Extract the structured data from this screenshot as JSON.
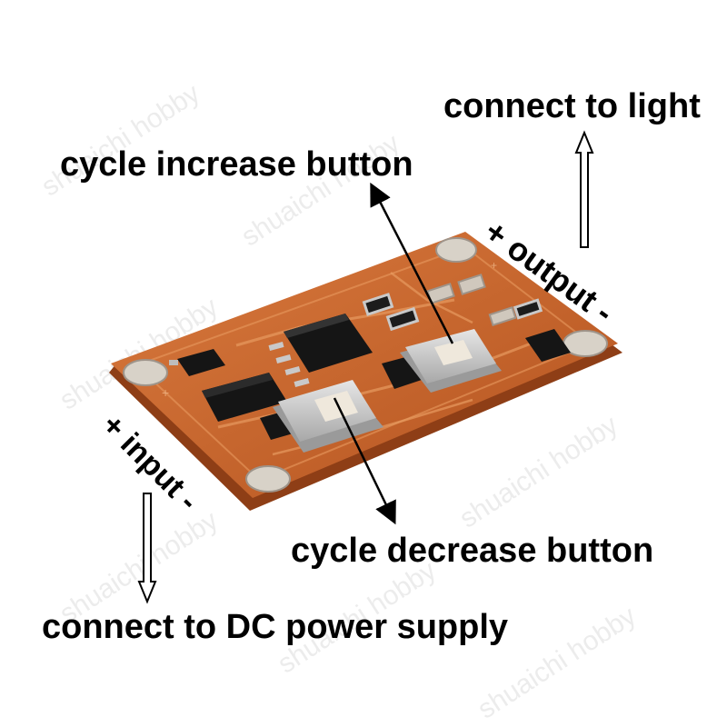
{
  "labels": {
    "connect_light": "connect to light",
    "cycle_increase": "cycle increase button",
    "output": "+ output -",
    "input": "+ input -",
    "cycle_decrease": "cycle decrease button",
    "connect_dc": "connect to DC power supply"
  },
  "watermark": "shuaichi hobby",
  "colors": {
    "board": "#c8642e",
    "board_edge": "#8e3e16",
    "chip": "#151515",
    "pad": "#d8d2c8",
    "button_body": "#cfcfcf",
    "button_cap": "#efe8dc",
    "text": "#000000"
  }
}
